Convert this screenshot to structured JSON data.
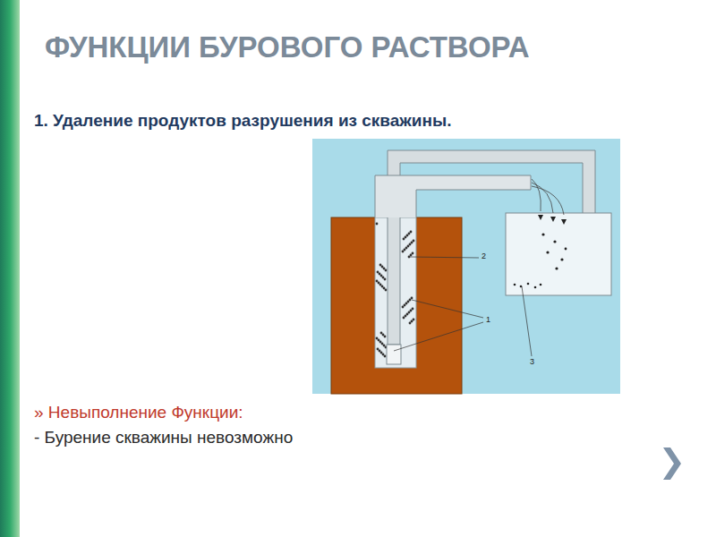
{
  "diagram": {
    "title": "ФУНКЦИИ БУРОВОГО РАСТВОРА",
    "labels": [
      "1. Удаление продуктов разрушения из скважины.",
      "2",
      "1",
      "3",
      "» Невыполнение Функции:",
      "- Бурение скважины невозможно"
    ]
  }
}
